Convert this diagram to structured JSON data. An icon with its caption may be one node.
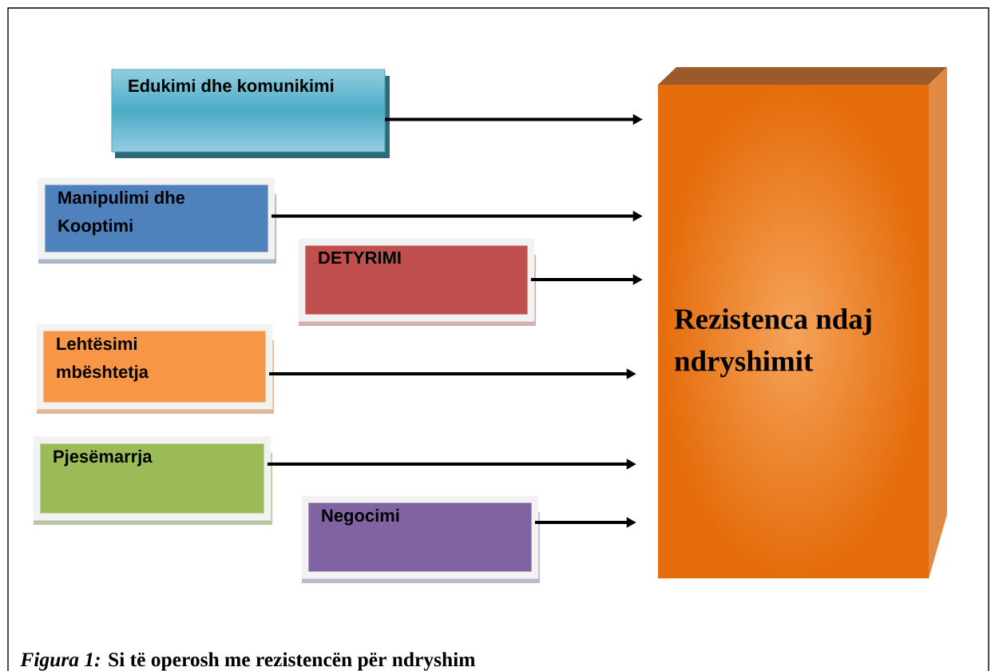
{
  "diagram": {
    "caption": "*Figura 1:* Si të operosh me rezistencën për ndryshim",
    "nodes": [
      {
        "text": [
          "Edukimi dhe komunikimi"
        ]
      },
      {
        "text": [
          "Manipulimi dhe Kooptimi"
        ]
      },
      {
        "text": [
          "DETYRIMI"
        ]
      },
      {
        "text": [
          "Lehtësimi mbështetja"
        ]
      },
      {
        "text": [
          "Pjesëmarrja"
        ]
      },
      {
        "text": [
          "Negocimi"
        ]
      },
      {
        "text": [
          "Rezistenca ndaj ndryshimit"
        ]
      }
    ],
    "edges": [
      {
        "from": 0,
        "to": 6,
        "arrow": "to"
      },
      {
        "from": 1,
        "to": 6,
        "arrow": "to"
      },
      {
        "from": 2,
        "to": 6,
        "arrow": "to"
      },
      {
        "from": 3,
        "to": 6,
        "arrow": "to"
      },
      {
        "from": 4,
        "to": 6,
        "arrow": "to"
      },
      {
        "from": 5,
        "to": 6,
        "arrow": "to"
      }
    ]
  }
}
